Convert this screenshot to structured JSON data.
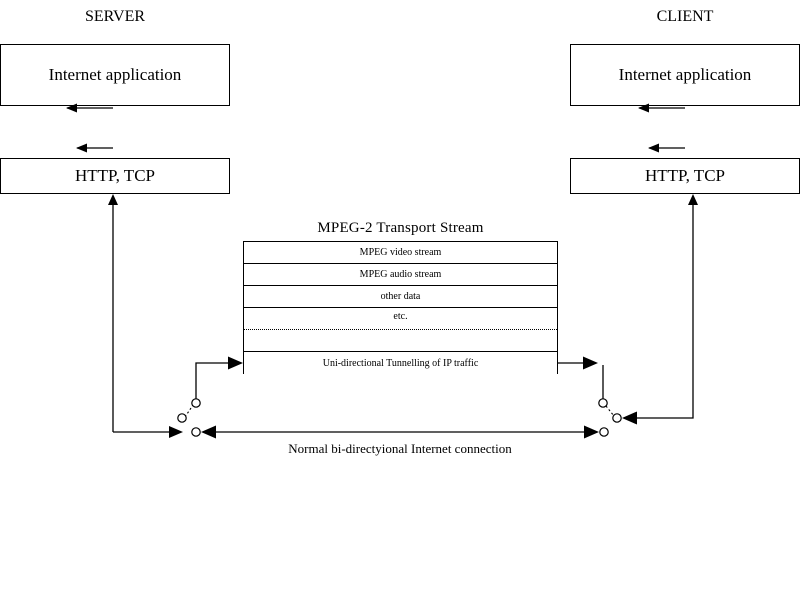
{
  "diagram": {
    "title": "MPEG-2 Transport Stream tunnelling between server and client",
    "background_color": "#ffffff",
    "line_color": "#000000"
  },
  "endpoints": {
    "server": {
      "heading": "SERVER",
      "layers": [
        {
          "label": "Internet application"
        },
        {
          "label": "HTTP, TCP"
        }
      ]
    },
    "client": {
      "heading": "CLIENT",
      "layers": [
        {
          "label": "Internet application"
        },
        {
          "label": "HTTP, TCP"
        }
      ]
    }
  },
  "transport_stream": {
    "title": "MPEG-2 Transport Stream",
    "rows": [
      {
        "label": "MPEG video stream",
        "kind": "stream"
      },
      {
        "label": "MPEG audio stream",
        "kind": "stream"
      },
      {
        "label": "other data",
        "kind": "stream"
      },
      {
        "label": "etc.",
        "kind": "etc-dotted"
      },
      {
        "label": "",
        "kind": "blank"
      },
      {
        "label": "Uni-directional Tunnelling of IP traffic",
        "kind": "tunnel"
      }
    ]
  },
  "connections": {
    "bottom_caption": "Normal bi-directyional Internet connection"
  }
}
